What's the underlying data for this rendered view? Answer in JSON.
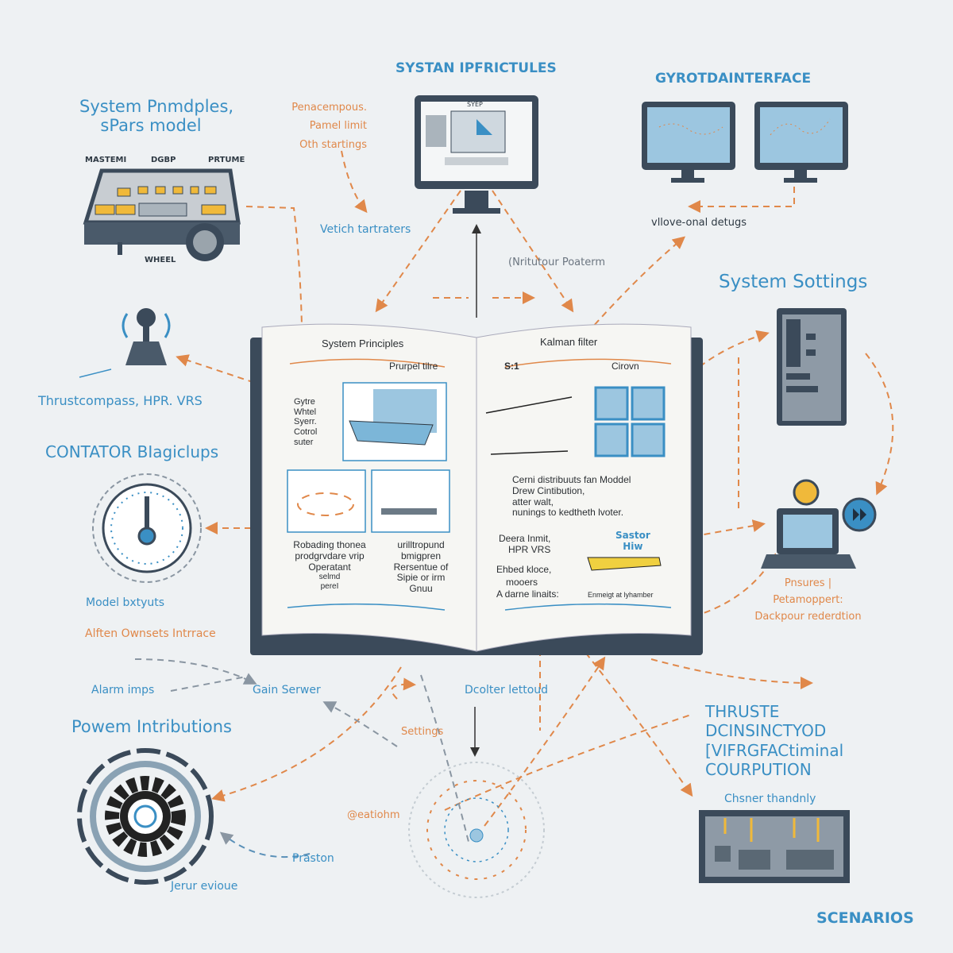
{
  "headers": {
    "top_center": "SYSTAN IPFRICTULES",
    "top_right": "GYROTDAINTERFACE",
    "top_left_line1": "System Pnmdples,",
    "top_left_line2": "sPars model",
    "system_settings": "System Sottings",
    "contator": "CONTATOR BIagiclups",
    "powem": "Powem Intributions",
    "thruste_lines": [
      "THRUSTE",
      "DCINSINCTYOD",
      "[VIFRGFACtiminal",
      "COURPUTION"
    ],
    "scenarios": "SCENARIOS"
  },
  "console": {
    "labels": [
      "MASTEMI",
      "DGBP",
      "PRTUME"
    ],
    "wheel": "WHEEL"
  },
  "notes_orange": [
    "Penacempous.",
    "Pamel limit",
    "Oth startings"
  ],
  "labels": {
    "vetich": "Vetich tartraters",
    "nritutour": "(Nritutour Poaterm",
    "vllove": "vllove-onal detugs",
    "thrustcompass": "Thrustcompass, HPR. VRS",
    "model_bxtyuts": "Model bxtyuts",
    "alften": "Alften Ownsets Intrrace",
    "alarm": "Alarm imps",
    "gain_server": "Gain Serwer",
    "dcolter": "Dcolter lettoud",
    "settings": "Settings",
    "eatiohm": "@eatiohm",
    "praston": "Praston",
    "jerur": "Jerur evioue",
    "chsner": "Chsner thandnly",
    "monitor_caption": "SYEP"
  },
  "right_notes": [
    "Pnsures |",
    "Petamoppert:",
    "Dackpour rederdtion"
  ],
  "book": {
    "left": {
      "title": "System Principles",
      "subtitle": "Prurpel tilre",
      "side_text": [
        "Gytre",
        "Whtel",
        "Syerr.",
        "Cotrol",
        "suter"
      ],
      "caption_left": [
        "Robading thonea",
        "prodgrvdare vrip",
        "Operatant",
        "selmd",
        "pereI"
      ],
      "caption_right": [
        "urilltropund",
        "bmigpren",
        "Rersentue of",
        "Sipie or irm",
        "Gnuu"
      ]
    },
    "right": {
      "title": "Kalman filter",
      "s1": "S:1",
      "cirovn": "Cirovn",
      "paragraph": [
        "Cerni distribuuts fan Moddel",
        "Drew Cintibution,",
        "atter walt,",
        "nunings to kedtheth lvoter."
      ],
      "deera": [
        "Deera Inmit,",
        "HPR  VRS"
      ],
      "ehbed": [
        "Ehbed kloce,",
        "mooers",
        "A darne linaits:"
      ],
      "sastor": [
        "Sastor",
        "Hiw"
      ],
      "enmeigt": "Enmeigt at lyhamber"
    }
  },
  "colors": {
    "blue": "#3a8fc4",
    "orange": "#e0884a",
    "dark": "#3b4a5a",
    "background": "#eef1f3"
  }
}
